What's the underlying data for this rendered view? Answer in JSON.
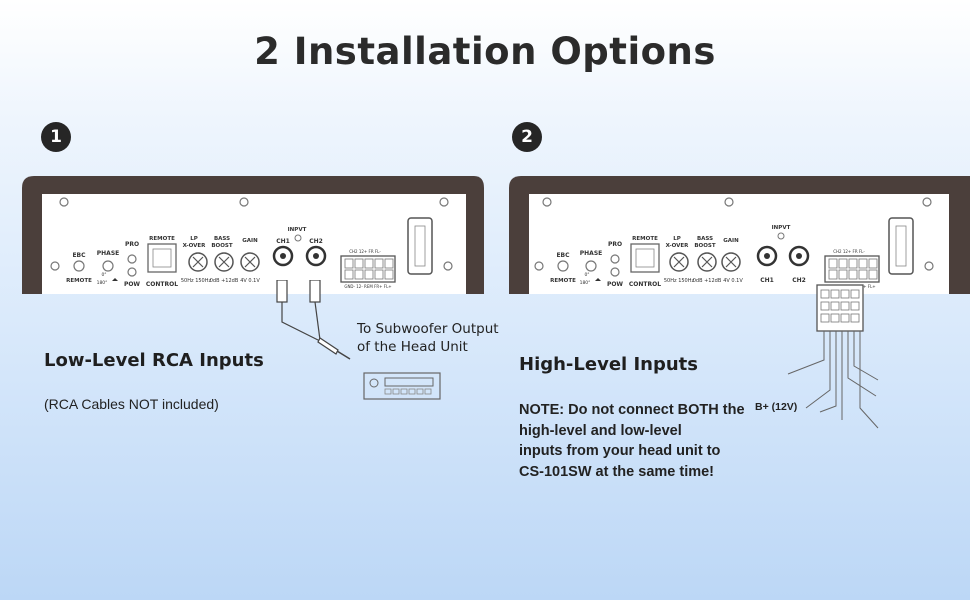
{
  "title": "2 Installation Options",
  "option1": {
    "badge": "1",
    "heading": "Low-Level RCA Inputs",
    "note": "(RCA Cables NOT included)",
    "callout_line1": "To Subwoofer Output",
    "callout_line2": "of the Head Unit"
  },
  "option2": {
    "badge": "2",
    "heading": "High-Level Inputs",
    "warning_lines": [
      "NOTE: Do not connect BOTH the",
      "high-level and low-level",
      "inputs from your head unit to",
      "CS-101SW at the same time!"
    ],
    "wire_label": "B+ (12V)"
  },
  "panel_labels": {
    "ebc": "EBC",
    "remote": "REMOTE",
    "phase": "PHASE",
    "phase_0": "0°",
    "phase_180": "180°",
    "pro": "PRO",
    "pow": "POW",
    "remote_port": "REMOTE",
    "control": "CONTROL",
    "lp_line1": "LP",
    "lp_line2": "X-OVER",
    "lp_range": "50Hz  150Hz",
    "bass_line1": "BASS",
    "bass_line2": "BOOST",
    "bass_range": "0dB  +12dB",
    "gain": "GAIN",
    "gain_range": "4V  0.1V",
    "input": "INPVT",
    "ch1": "CH1",
    "ch2": "CH2",
    "conn_top": "CH2 12+   FR  FL-",
    "conn_bottom": "GND- 12-  REM  FR+ FL+"
  },
  "colors": {
    "panel_border": "#4b3f3b",
    "panel_face": "#ffffff",
    "badge": "#262626",
    "line": "#555555"
  }
}
